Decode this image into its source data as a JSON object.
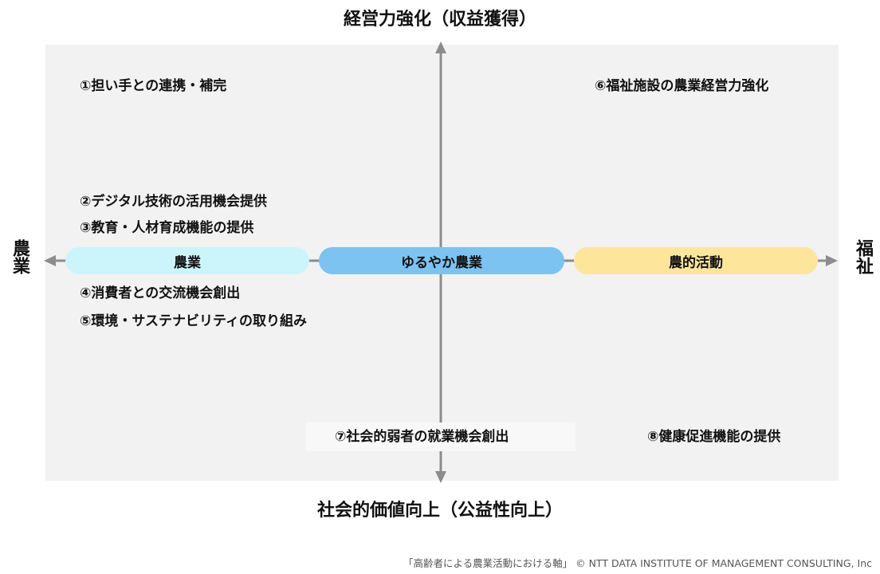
{
  "axes": {
    "top": "経営力強化（収益獲得）",
    "bottom": "社会的価値向上（公益性向上）",
    "left": "農業",
    "right": "福祉"
  },
  "pills": {
    "left": "農業",
    "center": "ゆるやか農業",
    "right": "農的活動"
  },
  "items": [
    "①担い手との連携・補完",
    "②デジタル技術の活用機会提供",
    "③教育・人材育成機能の提供",
    "④消費者との交流機会創出",
    "⑤環境・サステナビリティの取り組み",
    "⑥福祉施設の農業経営力強化",
    "⑦社会的弱者の就業機会創出",
    "⑧健康促進機能の提供"
  ],
  "colors": {
    "plot_background": "#f2f2f2",
    "axis": "#8c8c8c",
    "pill_left": "#ccf5fb",
    "pill_center": "#7cc3f1",
    "pill_right": "#fde69c"
  },
  "footer": "「高齢者による農業活動における軸」 © NTT DATA INSTITUTE OF MANAGEMENT CONSULTING, Inc"
}
